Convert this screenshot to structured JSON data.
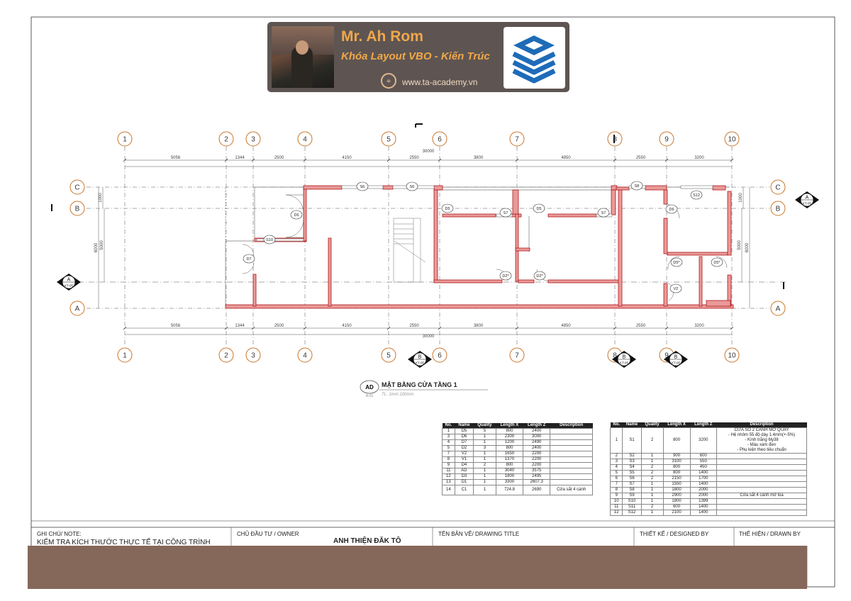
{
  "banner": {
    "name": "Mr. Ah Rom",
    "course": "Khóa Layout VBO - Kiến Trúc",
    "website": "www.ta-academy.vn"
  },
  "grid": {
    "columns": [
      "1",
      "2",
      "3",
      "4",
      "5",
      "6",
      "7",
      "8",
      "9",
      "10"
    ],
    "rows": [
      "C",
      "B",
      "A"
    ],
    "dims_top": [
      "5056",
      "1344",
      "2500",
      "4150",
      "2550",
      "3800",
      "4850",
      "2550",
      "3200"
    ],
    "dims_bottom": [
      "5056",
      "1344",
      "2500",
      "4150",
      "2550",
      "3800",
      "4850",
      "2550",
      "3200"
    ],
    "total_span": "30000",
    "total_span_bottom": "30000",
    "left_dims": [
      "1000",
      "5000",
      "6000"
    ],
    "right_dims": [
      "1000",
      "5000",
      "6000"
    ]
  },
  "tags": {
    "doors": [
      "D6",
      "D7",
      "D5",
      "D5",
      "D6",
      "D2*",
      "D2*",
      "D5*",
      "D5*"
    ],
    "windows": [
      "S6",
      "S6",
      "S10",
      "S7",
      "S7",
      "S8",
      "S12",
      "V2"
    ]
  },
  "section_markers": [
    {
      "letter": "A",
      "sheet": "KT-05"
    },
    {
      "letter": "A",
      "sheet": "KT-05"
    },
    {
      "letter": "B",
      "sheet": "KT-05"
    },
    {
      "letter": "B",
      "sheet": "KT-05"
    },
    {
      "letter": "B",
      "sheet": "KT-05"
    }
  ],
  "view": {
    "badge": "AD",
    "badge_sub": "A-01",
    "title": "MẶT BẰNG CỬA TẦNG 1",
    "scale": "TL: 1mm:100mm"
  },
  "door_schedule": {
    "headers": [
      "No.",
      "Name",
      "Quality",
      "Length X",
      "Length Z",
      "Description"
    ],
    "rows": [
      [
        "1",
        "D5",
        "5",
        "800",
        "2400",
        ""
      ],
      [
        "3",
        "D6",
        "1",
        "2300",
        "3000",
        ""
      ],
      [
        "4",
        "D7",
        "1",
        "1200",
        "2490",
        ""
      ],
      [
        "5",
        "D2",
        "3",
        "800",
        "2400",
        ""
      ],
      [
        "7",
        "V2",
        "1",
        "1650",
        "2200",
        ""
      ],
      [
        "8",
        "V1",
        "1",
        "1370",
        "2200",
        ""
      ],
      [
        "9",
        "D4",
        "2",
        "800",
        "2200",
        ""
      ],
      [
        "11",
        "AD",
        "1",
        "3040",
        "3575",
        ""
      ],
      [
        "12",
        "D3",
        "1",
        "1800",
        "2495",
        ""
      ],
      [
        "13",
        "D1",
        "1",
        "3300",
        "2607.3",
        ""
      ],
      [
        "14",
        "C1",
        "1",
        "724.8",
        "2690",
        "Cửa sắt 4 cánh"
      ]
    ]
  },
  "window_schedule": {
    "headers": [
      "No.",
      "Name",
      "Quality",
      "Length X",
      "Length Z",
      "Description"
    ],
    "first_desc": [
      "CỬA SỔ 2 CÁNH MỞ QUAY",
      "- Hệ nhôm 55 độ dày 1.4mm(+-5%)",
      "- Kính trắng 6ly38",
      "- Màu xám đen",
      "- Phụ kiện theo tiêu chuẩn"
    ],
    "rows": [
      [
        "1",
        "S1",
        "2",
        "800",
        "3200",
        ""
      ],
      [
        "2",
        "S2",
        "1",
        "900",
        "600",
        ""
      ],
      [
        "3",
        "S3",
        "1",
        "3100",
        "550",
        ""
      ],
      [
        "4",
        "S4",
        "2",
        "800",
        "450",
        ""
      ],
      [
        "5",
        "S5",
        "2",
        "800",
        "1400",
        ""
      ],
      [
        "6",
        "S6",
        "2",
        "2150",
        "1700",
        ""
      ],
      [
        "7",
        "S7",
        "1",
        "1550",
        "1400",
        ""
      ],
      [
        "8",
        "S8",
        "1",
        "1800",
        "2000",
        ""
      ],
      [
        "9",
        "S9",
        "1",
        "2900",
        "2000",
        "Cửa sắt 4 cánh mở lùa"
      ],
      [
        "10",
        "S10",
        "1",
        "1800",
        "1399",
        ""
      ],
      [
        "11",
        "S11",
        "2",
        "600",
        "1400",
        ""
      ],
      [
        "12",
        "S12",
        "1",
        "2100",
        "1400",
        ""
      ]
    ]
  },
  "title_block": {
    "note_label": "GHI CHÚ/ NOTE:",
    "note_value": "KIỂM TRA KÍCH THƯỚC THỰC TẾ TẠI CÔNG TRÌNH",
    "owner_label": "CHỦ ĐẦU TƯ / OWNER",
    "owner_value": "ANH THIỆN ĐĂK TÔ",
    "drawing_label": "TÊN BẢN VẼ/ DRAWING TITLE",
    "designed_label": "THIẾT KẾ / DESIGNED BY",
    "drawn_label": "THỂ HIỆN / DRAWN BY"
  },
  "colors": {
    "wall_fill": "#e99a9a",
    "wall_stroke": "#b01a1a",
    "grid_bubble": "#c8742a",
    "banner_bg": "#5e5552",
    "banner_text": "#f0a84a",
    "bottom_bar": "#86685a",
    "logo_blue": "#1e6bb8"
  }
}
